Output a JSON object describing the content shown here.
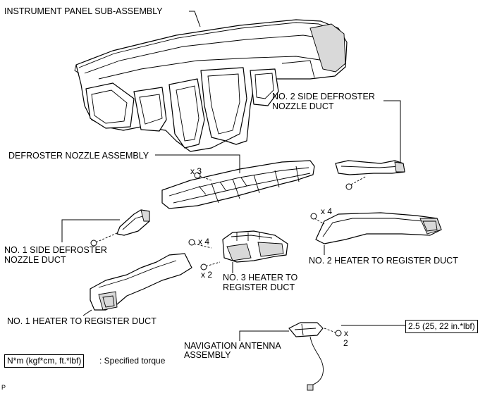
{
  "labels": {
    "instrument_panel": "INSTRUMENT PANEL SUB-ASSEMBLY",
    "no2_side_defroster_line1": "NO. 2 SIDE DEFROSTER",
    "no2_side_defroster_line2": "NOZZLE DUCT",
    "defroster_nozzle": "DEFROSTER NOZZLE ASSEMBLY",
    "no1_side_defroster_line1": "NO. 1 SIDE DEFROSTER",
    "no1_side_defroster_line2": "NOZZLE DUCT",
    "no2_heater_duct": "NO. 2 HEATER TO REGISTER DUCT",
    "no3_heater_line1": "NO. 3 HEATER TO",
    "no3_heater_line2": "REGISTER DUCT",
    "no1_heater_duct": "NO. 1 HEATER TO  REGISTER DUCT",
    "nav_antenna_line1": "NAVIGATION ANTENNA",
    "nav_antenna_line2": "ASSEMBLY"
  },
  "quantities": {
    "defroster_screws": "x 3",
    "no2_heater_screws": "x 4",
    "no3_heater_screws": "x 4",
    "no3_heater_clips": "x 2",
    "nav_antenna_screws_x": "x",
    "nav_antenna_screws_n": "2"
  },
  "torque": {
    "value": "2.5 (25, 22 in.*lbf)"
  },
  "legend": {
    "box": "N*m (kgf*cm, ft.*lbf)",
    "text": ": Specified torque"
  },
  "footer": {
    "code": "P"
  }
}
